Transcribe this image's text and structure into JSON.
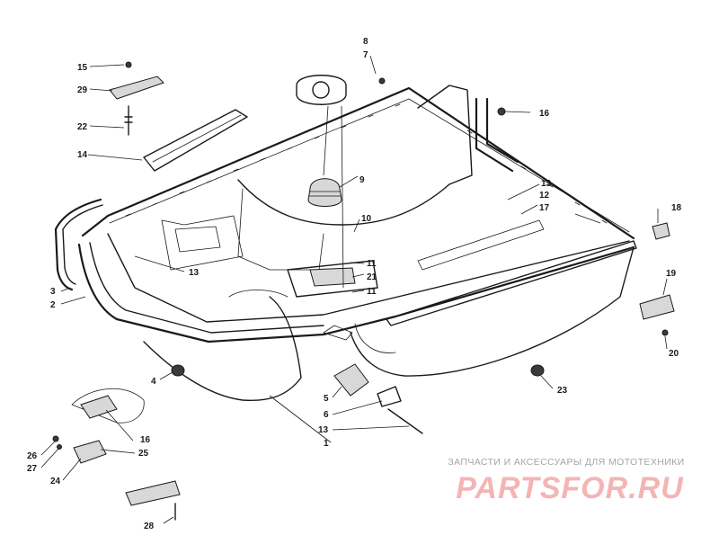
{
  "watermark": {
    "caption": "ЗАПЧАСТИ И АКСЕССУАРЫ ДЛЯ МОТОТЕХНИКИ",
    "logo_text": "PARTSFOR.RU"
  },
  "callouts": {
    "c1": "1",
    "c2": "2",
    "c3": "3",
    "c4": "4",
    "c5": "5",
    "c6": "6",
    "c7": "7",
    "c8": "8",
    "c9": "9",
    "c10": "10",
    "c11a": "11",
    "c11b": "11",
    "c12": "12",
    "c13a": "13",
    "c13b": "13",
    "c13c": "13",
    "c14": "14",
    "c15": "15",
    "c16a": "16",
    "c16b": "16",
    "c17": "17",
    "c18": "18",
    "c19": "19",
    "c20": "20",
    "c21": "21",
    "c22": "22",
    "c23": "23",
    "c24": "24",
    "c25": "25",
    "c26": "26",
    "c27": "27",
    "c28": "28",
    "c29": "29"
  }
}
